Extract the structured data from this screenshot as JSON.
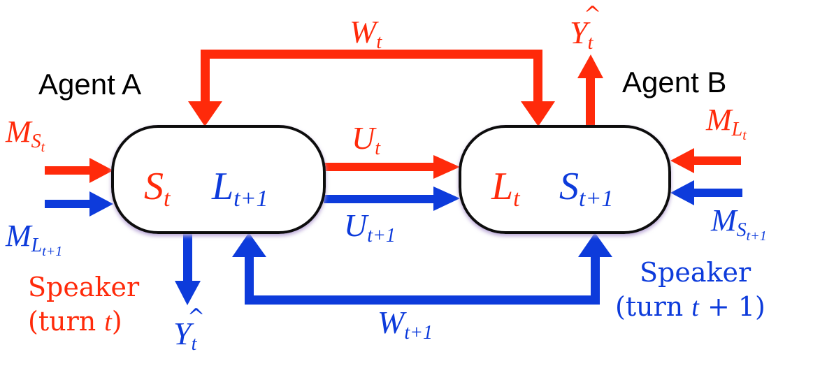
{
  "colors": {
    "speaker_red": "#ff2a0a",
    "listener_blue": "#0d3bdb",
    "outline": "#111111",
    "black_text": "#000000",
    "node_glow": "#b9a6d6"
  },
  "agents": {
    "a": {
      "title": "Agent A",
      "state_speaker": {
        "base": "S",
        "sub": "t"
      },
      "state_listener": {
        "base": "L",
        "sub": "t+1"
      }
    },
    "b": {
      "title": "Agent B",
      "state_listener": {
        "base": "L",
        "sub": "t"
      },
      "state_speaker": {
        "base": "S",
        "sub": "t+1"
      }
    }
  },
  "signals": {
    "w_t": {
      "base": "W",
      "sub": "t"
    },
    "w_t1": {
      "base": "W",
      "sub": "t+1"
    },
    "u_t": {
      "base": "U",
      "sub": "t"
    },
    "u_t1": {
      "base": "U",
      "sub": "t+1"
    },
    "y_hat_b": {
      "base": "Y",
      "sub": "t",
      "accent": "^"
    },
    "y_hat_a": {
      "base": "Y",
      "sub": "t",
      "accent": "^"
    },
    "m_s_t": {
      "base": "M",
      "sub": "S",
      "subsub": "t"
    },
    "m_l_t1": {
      "base": "M",
      "sub": "L",
      "subsub": "t+1"
    },
    "m_l_t": {
      "base": "M",
      "sub": "L",
      "subsub": "t"
    },
    "m_s_t1": {
      "base": "M",
      "sub": "S",
      "subsub": "t+1"
    }
  },
  "roles": {
    "a": {
      "line1": "Speaker",
      "line2_prefix": "(turn ",
      "line2_var": "t",
      "line2_suffix": ")"
    },
    "b": {
      "line1": "Speaker",
      "line2_prefix": "(turn ",
      "line2_var": "t",
      "line2_suffix": " + 1)"
    }
  }
}
